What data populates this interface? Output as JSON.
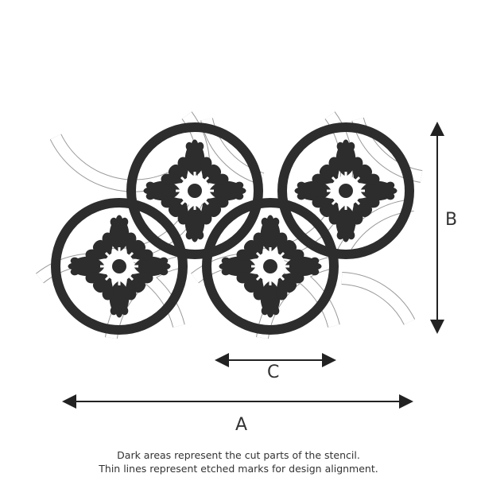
{
  "dimensions": {
    "a_label": "A",
    "b_label": "B",
    "c_label": "C"
  },
  "caption": {
    "line1": "Dark areas represent the cut parts of the stencil.",
    "line2": "Thin lines represent etched marks for design alignment."
  },
  "colors": {
    "cut": "#2d2d2d",
    "etch": "#9a9a9a",
    "arrow": "#222222"
  }
}
